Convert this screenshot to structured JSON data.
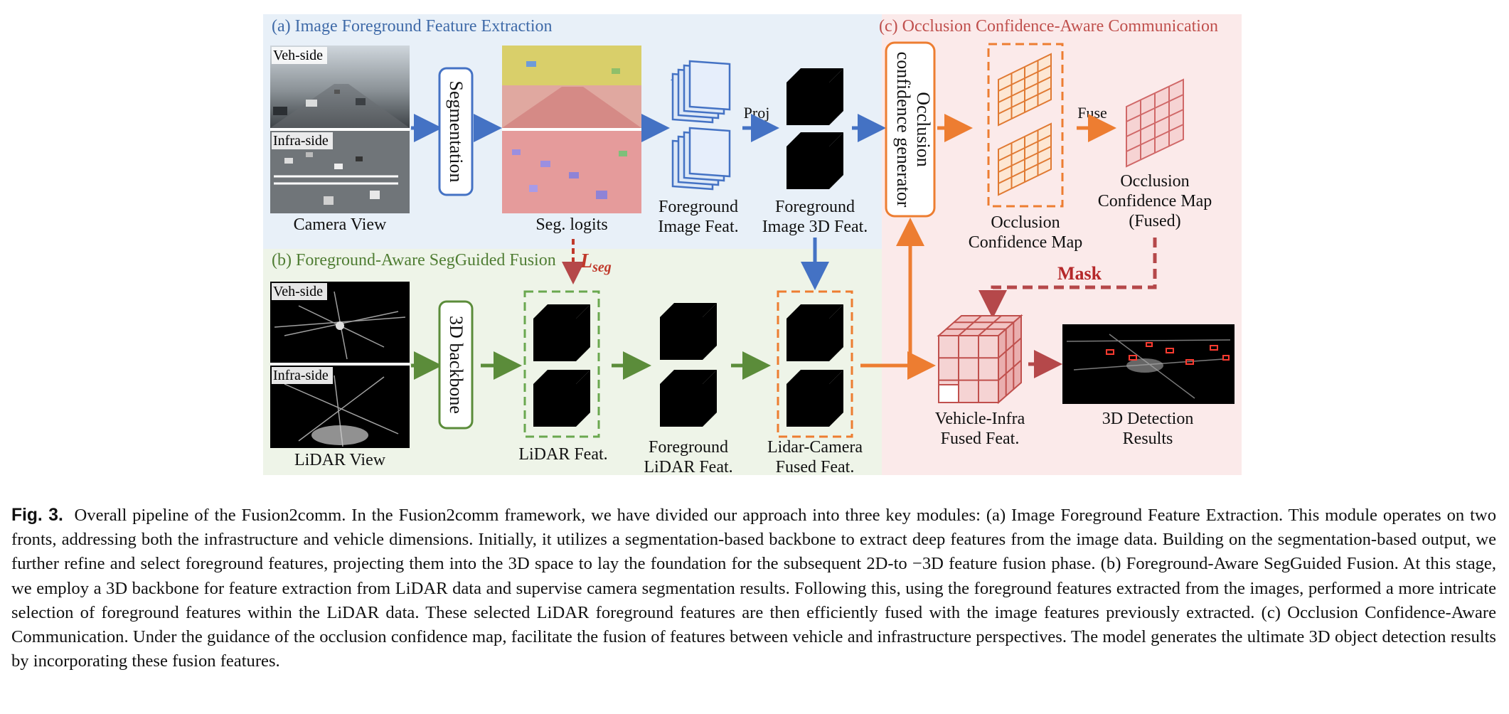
{
  "figure": {
    "panel_a_title": "(a) Image Foreground Feature Extraction",
    "panel_b_title": "(b) Foreground-Aware SegGuided Fusion",
    "panel_c_title": "(c) Occlusion Confidence-Aware Communication",
    "veh_side": "Veh-side",
    "infra_side": "Infra-side",
    "camera_view": "Camera View",
    "segmentation": "Segmentation",
    "seg_logits": "Seg. logits",
    "fg_image_feat_1": "Foreground",
    "fg_image_feat_2": "Image Feat.",
    "proj": "Proj",
    "fg_image3d_1": "Foreground",
    "fg_image3d_2": "Image 3D Feat.",
    "occ_gen_1": "Occlusion",
    "occ_gen_2": "confidence generator",
    "occ_map_1": "Occlusion",
    "occ_map_2": "Confidence Map",
    "fuse": "Fuse",
    "occ_fused_1": "Occlusion",
    "occ_fused_2": "Confidence Map",
    "occ_fused_3": "(Fused)",
    "loss_main": "L",
    "loss_sub": "seg",
    "mask": "Mask",
    "lidar_view": "LiDAR View",
    "backbone3d": "3D backbone",
    "lidar_feat": "LiDAR Feat.",
    "fg_lidar_1": "Foreground",
    "fg_lidar_2": "LiDAR Feat.",
    "lc_fused_1": "Lidar-Camera",
    "lc_fused_2": "Fused Feat.",
    "vi_fused_1": "Vehicle-Infra",
    "vi_fused_2": "Fused Feat.",
    "det_1": "3D Detection",
    "det_2": "Results"
  },
  "caption": {
    "label": "Fig. 3.",
    "lead": "Overall pipeline of the Fusion2comm.",
    "body": "In the Fusion2comm framework, we have divided our approach into three key modules: (a) Image Foreground Feature Extraction. This module operates on two fronts, addressing both the infrastructure and vehicle dimensions. Initially, it utilizes a segmentation-based backbone to extract deep features from the image data. Building on the segmentation-based output, we further refine and select foreground features, projecting them into the 3D space to lay the foundation for the subsequent 2D-to −3D feature fusion phase. (b) Foreground-Aware SegGuided Fusion. At this stage, we employ a 3D backbone for feature extraction from LiDAR data and supervise camera segmentation results. Following this, using the foreground features extracted from the images, performed a more intricate selection of foreground features within the LiDAR data. These selected LiDAR foreground features are then efficiently fused with the image features previously extracted. (c) Occlusion Confidence-Aware Communication. Under the guidance of the occlusion confidence map, facilitate the fusion of features between vehicle and infrastructure perspectives. The model generates the ultimate 3D object detection results by incorporating these fusion features."
  },
  "colors": {
    "blue": "#4472c4",
    "green": "#5b8c3a",
    "orange": "#ed7d31",
    "red": "#c0504d",
    "panel_a": "#e9f1f9",
    "panel_b": "#eef4e8",
    "panel_c": "#fbecec"
  }
}
